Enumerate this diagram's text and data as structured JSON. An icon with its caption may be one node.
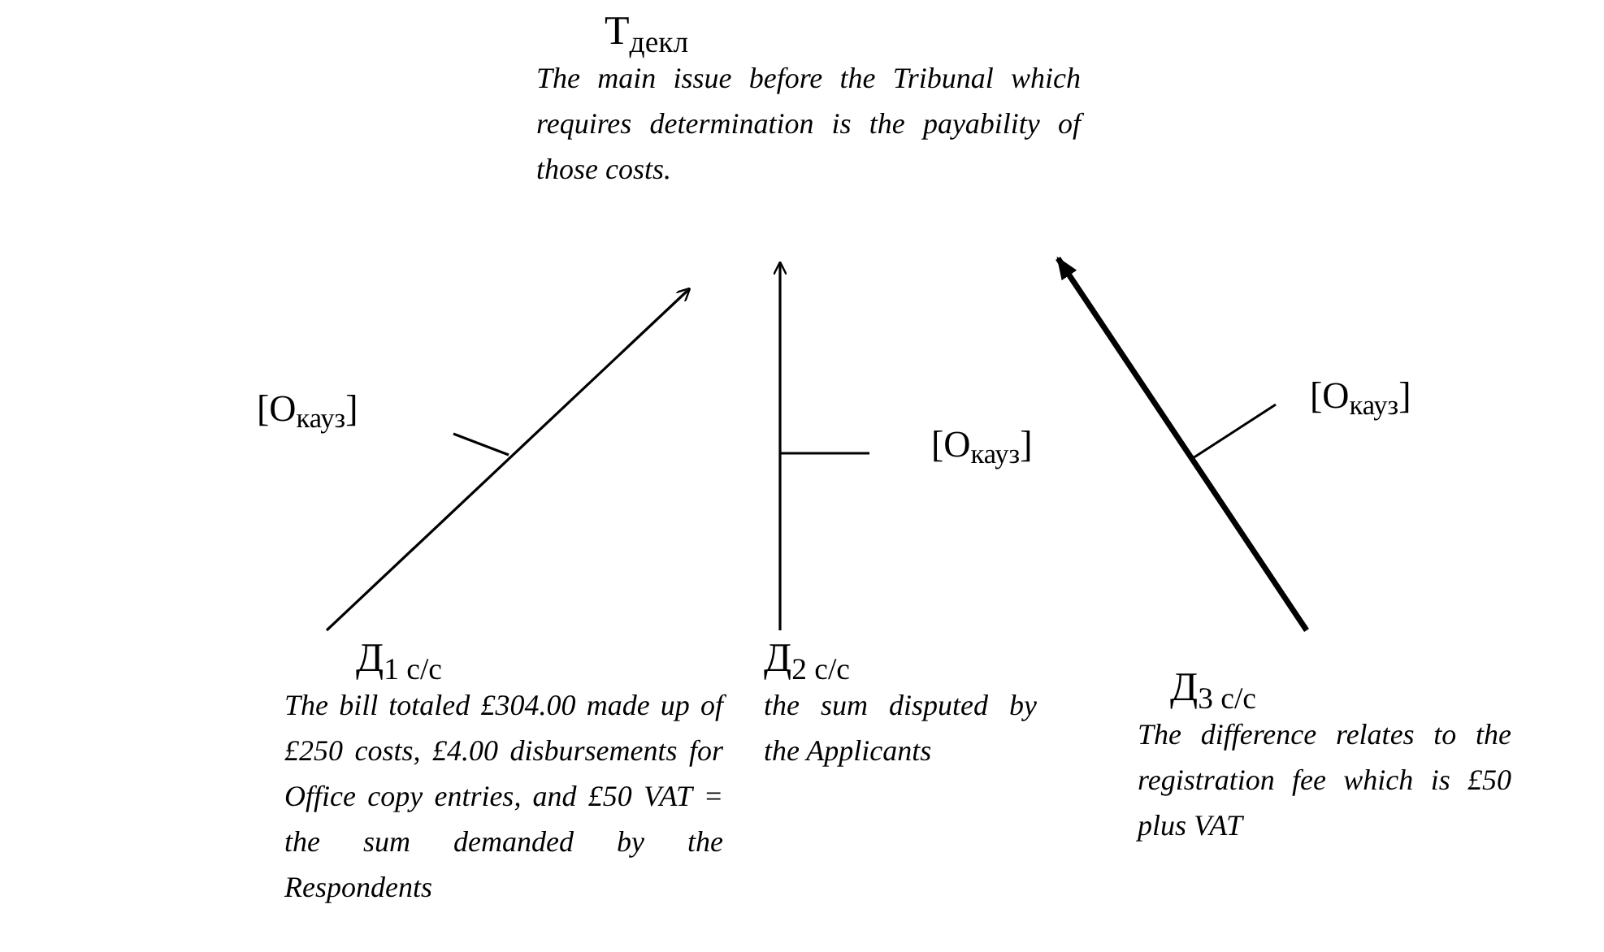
{
  "diagram": {
    "nodes": [
      {
        "text": [
          "Т$_{декл}$",
          "The main issue before the Tribunal which requires determination is the payability of those costs."
        ]
      },
      {
        "text": [
          "Д$_{1 c/c}$",
          "The bill totaled £304.00 made up of £250 costs, £4.00 disbursements for Office copy entries, and £50 VAT = the sum demanded by the Respondents"
        ]
      },
      {
        "text": [
          "Д$_{2 c/c}$",
          "the sum disputed by the Applicants"
        ]
      },
      {
        "text": [
          "Д$_{3 c/c}$",
          "The difference relates to the registration fee which is £50 plus VAT"
        ]
      }
    ],
    "edges": [
      {
        "from": 1,
        "to": 0,
        "arrow": "to",
        "label": "[О$_{кауз}$]"
      },
      {
        "from": 2,
        "to": 0,
        "arrow": "to",
        "label": "[О$_{кауз}$]"
      },
      {
        "from": 3,
        "to": 0,
        "arrow": "to",
        "label": "[О$_{кауз}$]",
        "style": "thick"
      }
    ]
  }
}
